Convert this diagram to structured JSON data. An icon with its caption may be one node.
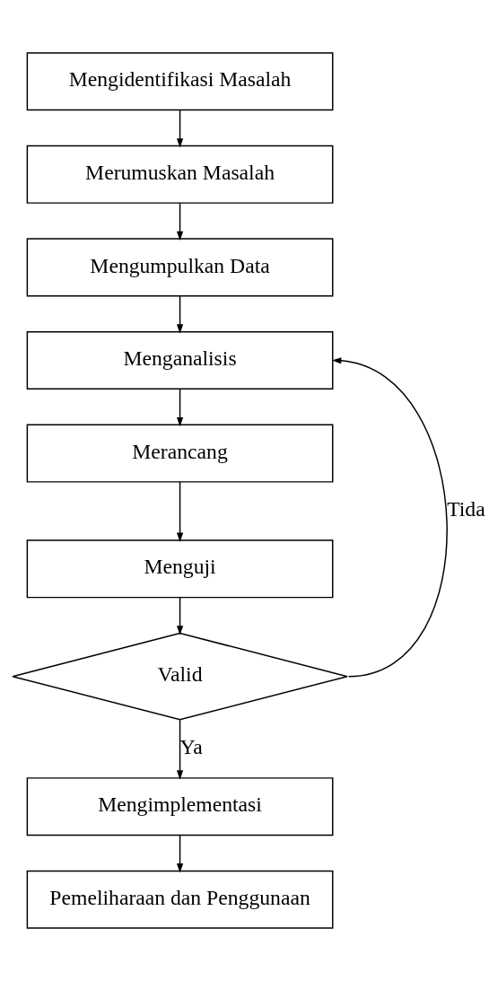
{
  "diagram": {
    "nodes": [
      {
        "text": [
          "Mengidentifikasi Masalah"
        ]
      },
      {
        "text": [
          "Merumuskan Masalah"
        ]
      },
      {
        "text": [
          "Mengumpulkan Data"
        ]
      },
      {
        "text": [
          "Menganalisis"
        ]
      },
      {
        "text": [
          "Merancang"
        ]
      },
      {
        "text": [
          "Menguji"
        ]
      },
      {
        "text": [
          "Valid"
        ]
      },
      {
        "text": [
          "Mengimplementasi"
        ]
      },
      {
        "text": [
          "Pemeliharaan dan Penggunaan"
        ]
      }
    ],
    "edges": [
      {
        "from": 0,
        "to": 1,
        "arrow": "to"
      },
      {
        "from": 1,
        "to": 2,
        "arrow": "to"
      },
      {
        "from": 2,
        "to": 3,
        "arrow": "to"
      },
      {
        "from": 3,
        "to": 4,
        "arrow": "to"
      },
      {
        "from": 4,
        "to": 5,
        "arrow": "to"
      },
      {
        "from": 5,
        "to": 6,
        "arrow": "to"
      },
      {
        "from": 6,
        "to": 3,
        "arrow": "to",
        "label": "Tida"
      },
      {
        "from": 6,
        "to": 7,
        "arrow": "to",
        "label": "Ya"
      },
      {
        "from": 7,
        "to": 8,
        "arrow": "to"
      }
    ]
  }
}
